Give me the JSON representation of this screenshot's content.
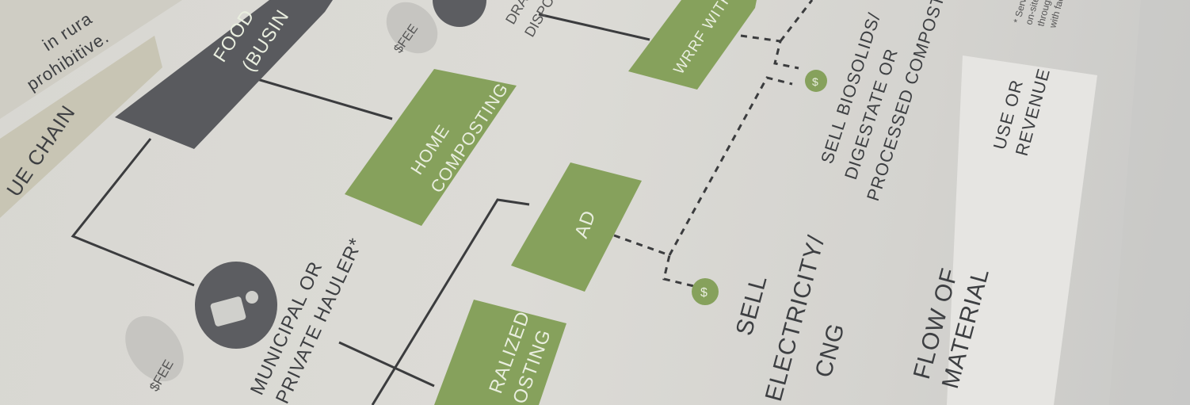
{
  "poster": {
    "side_panel_text": [
      "in rura",
      "prohibitive."
    ],
    "value_chain_title": "UE CHAIN",
    "food_box_lines": [
      "FOOD",
      "(BUSIN"
    ],
    "fee_top": "$FEE",
    "drain_label_lines": [
      "DRAI",
      "DISPO"
    ],
    "wrrf_box_label": "WRRF WITH A",
    "home_composting_lines": [
      "HOME",
      "COMPOSTING"
    ],
    "ad_label": "AD",
    "centralized_lines": [
      "RALIZED",
      "OSTING"
    ],
    "dollar_symbol": "$",
    "sell_biosolids_lines": [
      "SELL BIOSOLIDS/",
      "DIGESTATE OR",
      "PROCESSED COMPOST"
    ],
    "sell_electricity_lines": [
      "SELL",
      "ELECTRICITY/",
      "CNG"
    ],
    "hauler_lines": [
      "MUNICIPAL OR",
      "PRIVATE HAULER*"
    ],
    "fee_bottom": "$FEE",
    "legend_use_lines": [
      "USE OR",
      "REVENUE"
    ],
    "legend_flow_lines": [
      "FLOW OF",
      "MATERIAL"
    ],
    "footnote_lines": [
      "* Servi",
      "on-site",
      "through",
      "with faci"
    ]
  },
  "colors": {
    "paper": "#dcdbd6",
    "dark_box": "#595a5e",
    "green_box": "#86a15c",
    "line": "#3b3c3e"
  }
}
